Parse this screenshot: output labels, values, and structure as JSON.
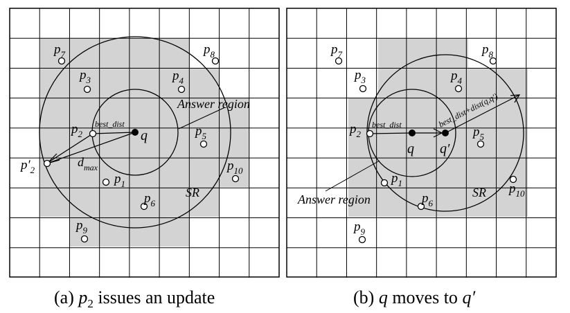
{
  "panel_a": {
    "caption_prefix": "(a) ",
    "caption_var": "p",
    "caption_sub": "2",
    "caption_rest": " issues an update",
    "points": [
      {
        "label": "p",
        "sub": "7"
      },
      {
        "label": "p",
        "sub": "8"
      },
      {
        "label": "p",
        "sub": "3"
      },
      {
        "label": "p",
        "sub": "4"
      },
      {
        "label": "p",
        "sub": "2"
      },
      {
        "label": "p",
        "sub": "5"
      },
      {
        "label": "p′",
        "sub": "2"
      },
      {
        "label": "p",
        "sub": "10"
      },
      {
        "label": "p",
        "sub": "1"
      },
      {
        "label": "p",
        "sub": "6"
      },
      {
        "label": "p",
        "sub": "9"
      }
    ],
    "query_label": "q",
    "best_dist": "best_dist",
    "d_label": "d",
    "d_sub": "max",
    "answer_region": "Answer region",
    "sr": "SR"
  },
  "panel_b": {
    "caption_prefix": "(b) ",
    "caption_q": "q",
    "caption_mid": " moves to ",
    "caption_qprime": "q′",
    "points": [
      {
        "label": "p",
        "sub": "7"
      },
      {
        "label": "p",
        "sub": "8"
      },
      {
        "label": "p",
        "sub": "3"
      },
      {
        "label": "p",
        "sub": "4"
      },
      {
        "label": "p",
        "sub": "2"
      },
      {
        "label": "p",
        "sub": "5"
      },
      {
        "label": "p",
        "sub": "1"
      },
      {
        "label": "p",
        "sub": "6"
      },
      {
        "label": "p",
        "sub": "10"
      },
      {
        "label": "p",
        "sub": "9"
      }
    ],
    "query_label": "q",
    "query_moved_label": "q′",
    "best_dist": "best_dist",
    "best_dist_plus": "best_dist+dist(q,q′)",
    "answer_region": "Answer region",
    "sr": "SR"
  }
}
